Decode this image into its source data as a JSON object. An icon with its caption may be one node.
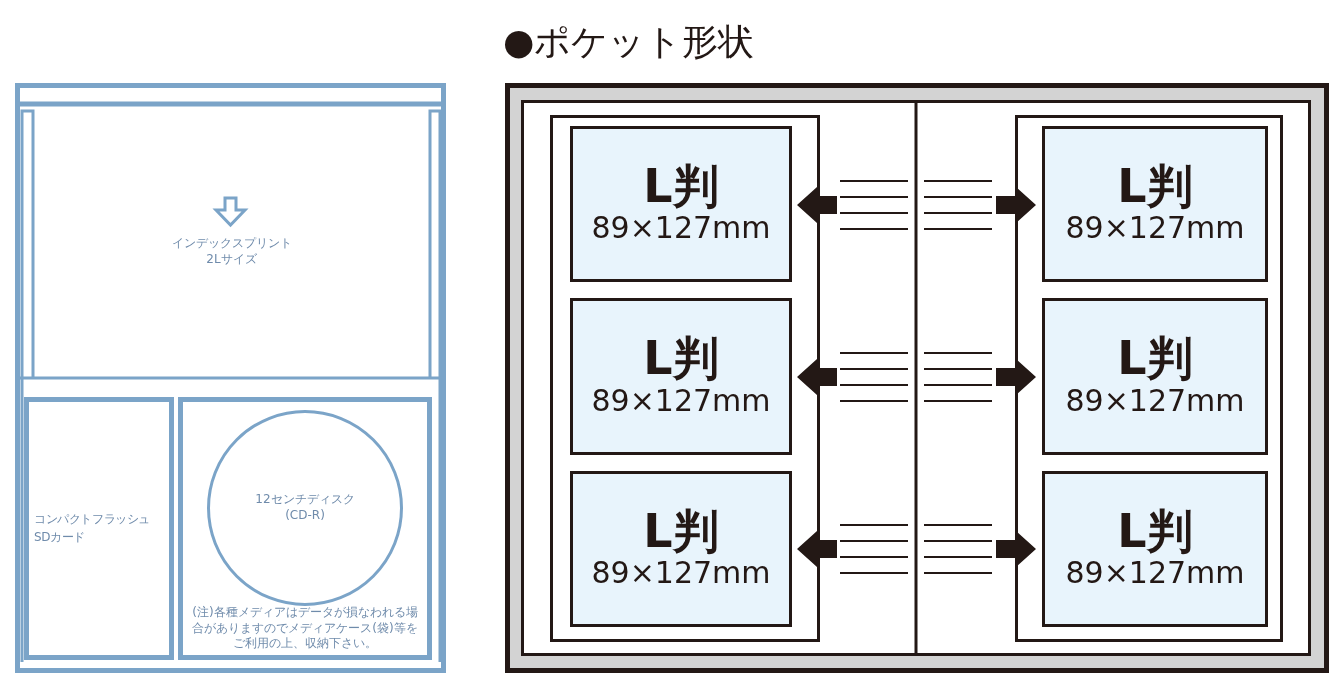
{
  "diagram": {
    "title": "●ポケット形状",
    "nodes": [
      {
        "text": [
          "インデックスプリント2Lサイズ"
        ]
      },
      {
        "text": [
          "コンパクトフラッシュ",
          "SDカード"
        ]
      },
      {
        "text": [
          "(注)各種メディアはデータが損なわれる場合がありますのでメディアケース(袋)等をご利用の上、収納下さい。"
        ]
      },
      {
        "text": [
          "12センチディスク(CD-R)"
        ],
        "in": 2
      },
      {
        "text": [
          "L判",
          "89×127mm"
        ]
      },
      {
        "text": [
          "L判",
          "89×127mm"
        ]
      },
      {
        "text": [
          "L判",
          "89×127mm"
        ]
      },
      {
        "text": [
          "L判",
          "89×127mm"
        ]
      },
      {
        "text": [
          "L判",
          "89×127mm"
        ]
      },
      {
        "text": [
          "L判",
          "89×127mm"
        ]
      }
    ]
  }
}
